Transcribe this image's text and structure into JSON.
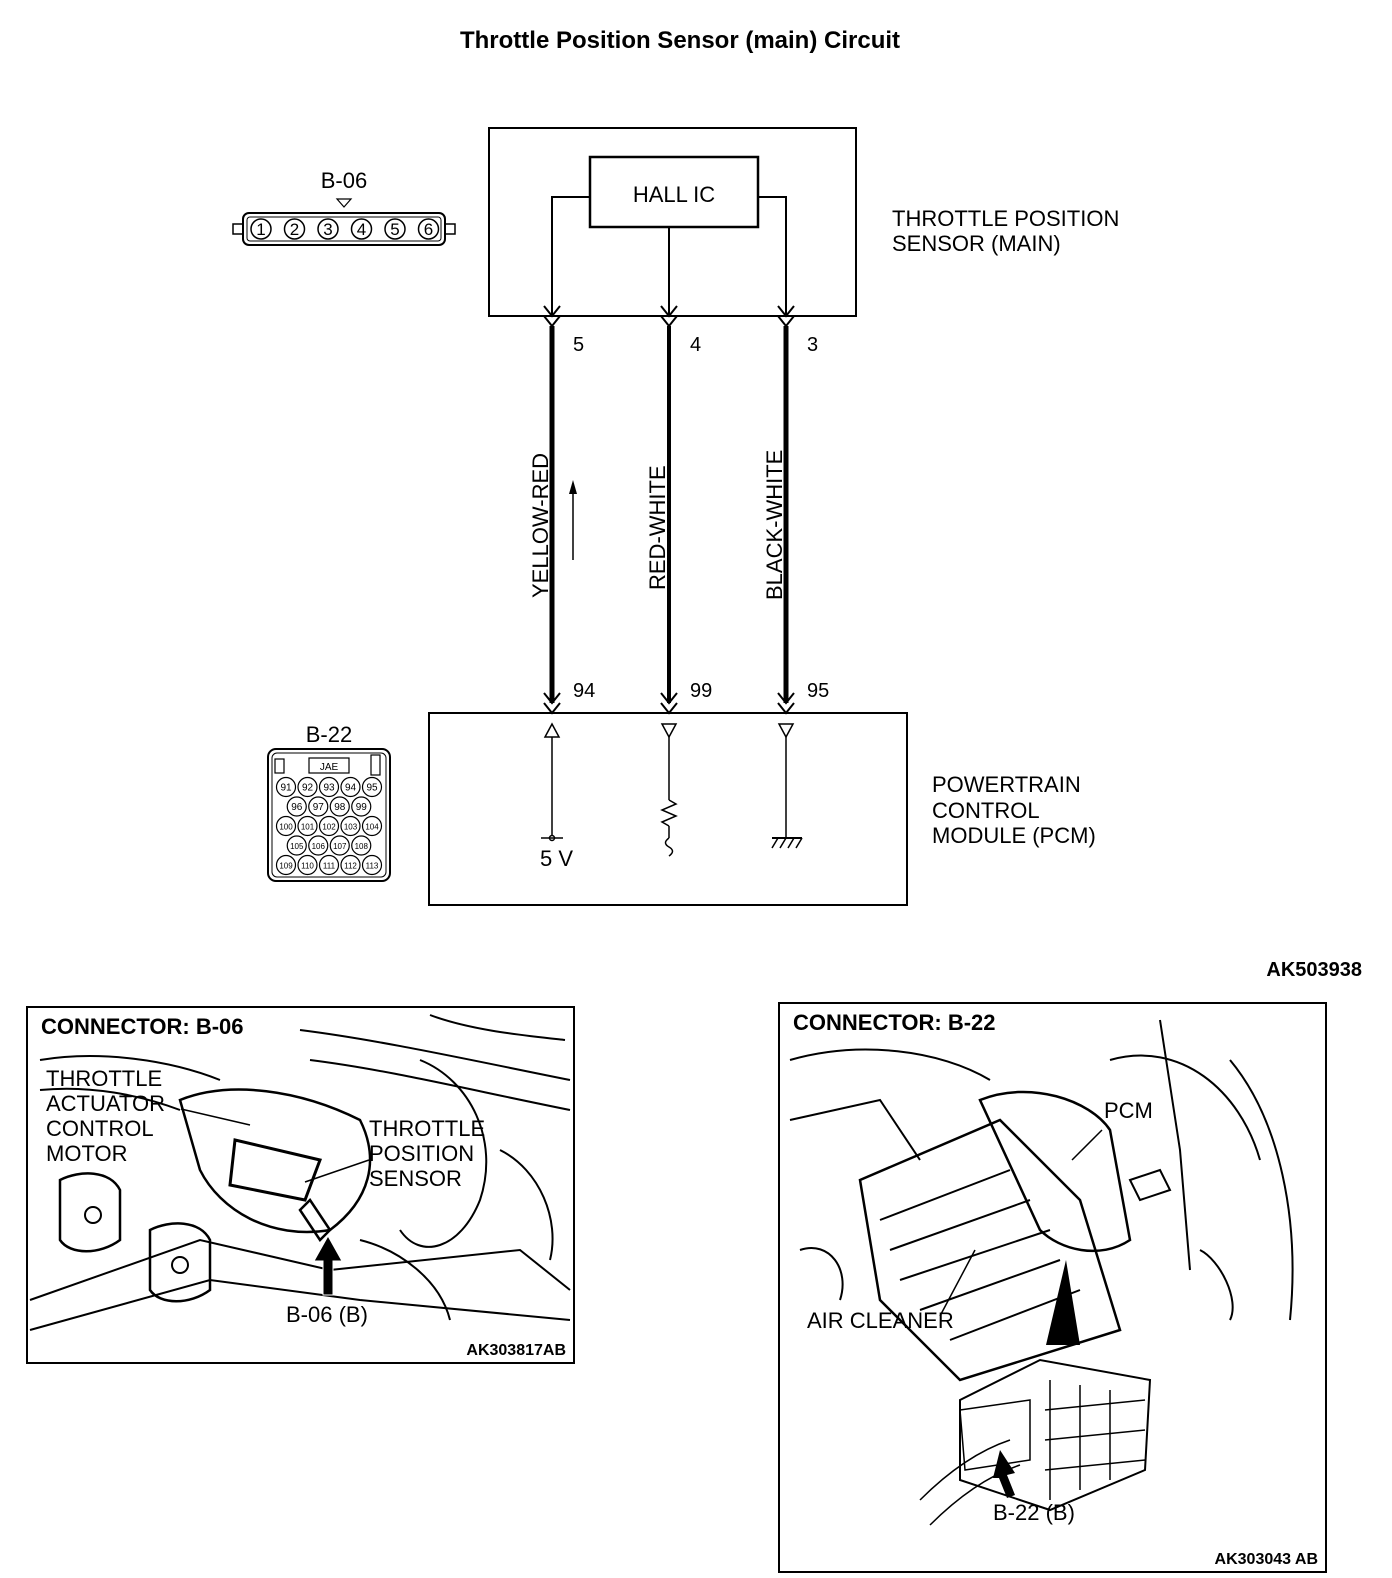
{
  "title": "Throttle Position Sensor (main) Circuit",
  "sensor": {
    "name_line1": "THROTTLE POSITION",
    "name_line2": "SENSOR (MAIN)",
    "chip": "HALL IC",
    "connector": "B-06",
    "connector_pins": [
      "1",
      "2",
      "3",
      "4",
      "5",
      "6"
    ]
  },
  "pcm": {
    "name_line1": "POWERTRAIN",
    "name_line2": "CONTROL",
    "name_line3": "MODULE (PCM)",
    "connector": "B-22",
    "connector_key": "JAE",
    "connector_rows": [
      [
        "91",
        "92",
        "93",
        "94",
        "95"
      ],
      [
        "96",
        "97",
        "98",
        "99"
      ],
      [
        "100",
        "101",
        "102",
        "103",
        "104"
      ],
      [
        "105",
        "106",
        "107",
        "108"
      ],
      [
        "109",
        "110",
        "111",
        "112",
        "113"
      ]
    ],
    "supply": "5 V"
  },
  "wires": [
    {
      "sensor_pin": "5",
      "pcm_pin": "94",
      "color": "YELLOW-RED"
    },
    {
      "sensor_pin": "4",
      "pcm_pin": "99",
      "color": "RED-WHITE"
    },
    {
      "sensor_pin": "3",
      "pcm_pin": "95",
      "color": "BLACK-WHITE"
    }
  ],
  "figure_id": "AK503938",
  "photo_left": {
    "heading": "CONNECTOR: B-06",
    "label_motor": [
      "THROTTLE",
      "ACTUATOR",
      "CONTROL",
      "MOTOR"
    ],
    "label_sensor": [
      "THROTTLE",
      "POSITION",
      "SENSOR"
    ],
    "callout": "B-06 (B)",
    "figure_id": "AK303817AB"
  },
  "photo_right": {
    "heading": "CONNECTOR: B-22",
    "label_pcm": "PCM",
    "label_cleaner": "AIR CLEANER",
    "callout": "B-22 (B)",
    "figure_id": "AK303043 AB"
  }
}
